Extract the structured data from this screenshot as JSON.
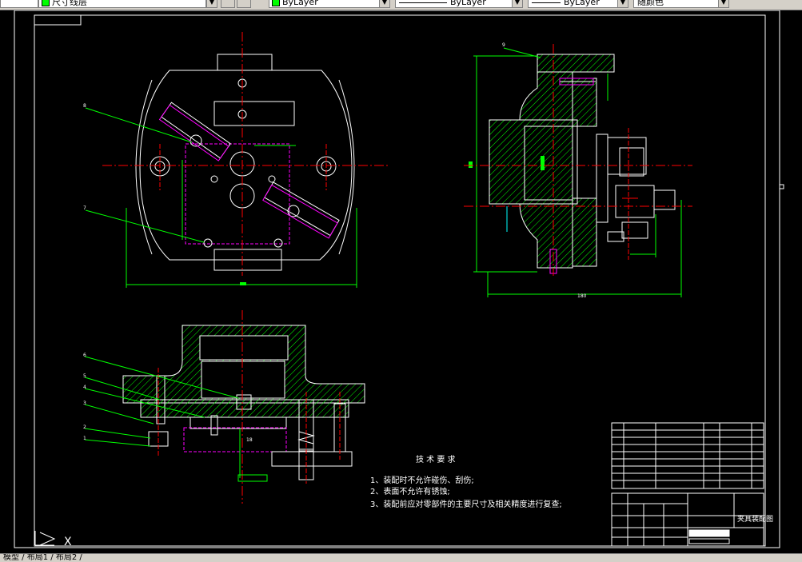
{
  "toolbar": {
    "layer_name": "尺寸线层",
    "color_1": "ByLayer",
    "linetype": "ByLayer",
    "lineweight": "ByLayer",
    "plot_color": "随颜色"
  },
  "drawing": {
    "tech_title": "技 术 要 求",
    "req_1": "1、装配时不允许碰伤、刮伤;",
    "req_2": "2、表面不允许有锈蚀;",
    "req_3": "3、装配前应对零部件的主要尺寸及相关精度进行复查;",
    "title_block_name": "夹具装配图",
    "dim_180": "180",
    "label_1": "1",
    "label_2": "2",
    "label_3": "3",
    "label_4": "4",
    "label_5": "5",
    "label_6": "6",
    "label_7": "7",
    "label_8": "8",
    "label_9": "9",
    "label_18": "18",
    "ucs_x": "X"
  },
  "tabs": {
    "text": "模型 / 布局1 / 布局2 /"
  }
}
